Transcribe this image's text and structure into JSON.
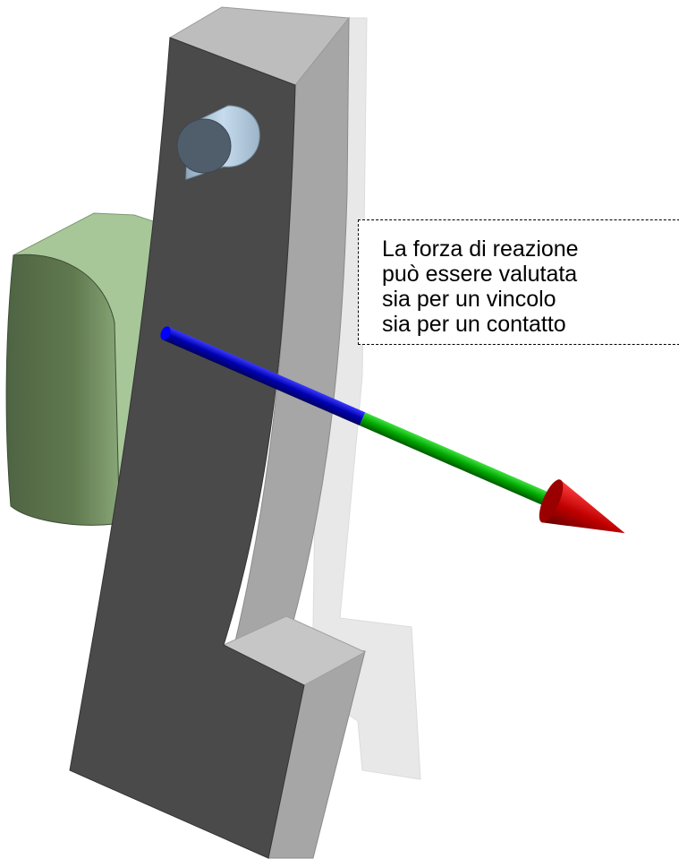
{
  "callout": {
    "lines": [
      "La forza di reazione",
      "può essere valutata",
      "sia per un vincolo",
      "sia per un contatto"
    ]
  },
  "colors": {
    "part_front": "#4a4a4a",
    "part_side": "#a8a8a8",
    "part_top": "#c9c9c9",
    "ghost_part": "#e6e6e6",
    "pin_face": "#4f5d6b",
    "pin_body": "#b6cde0",
    "block_front": "#56694a",
    "block_top": "#a9c79b",
    "arrow_shaft_blue": "#0000a8",
    "arrow_shaft_green": "#00a000",
    "arrow_head_red": "#c00000"
  },
  "icons": {
    "reaction_arrow": "reaction-force-arrow-icon"
  }
}
